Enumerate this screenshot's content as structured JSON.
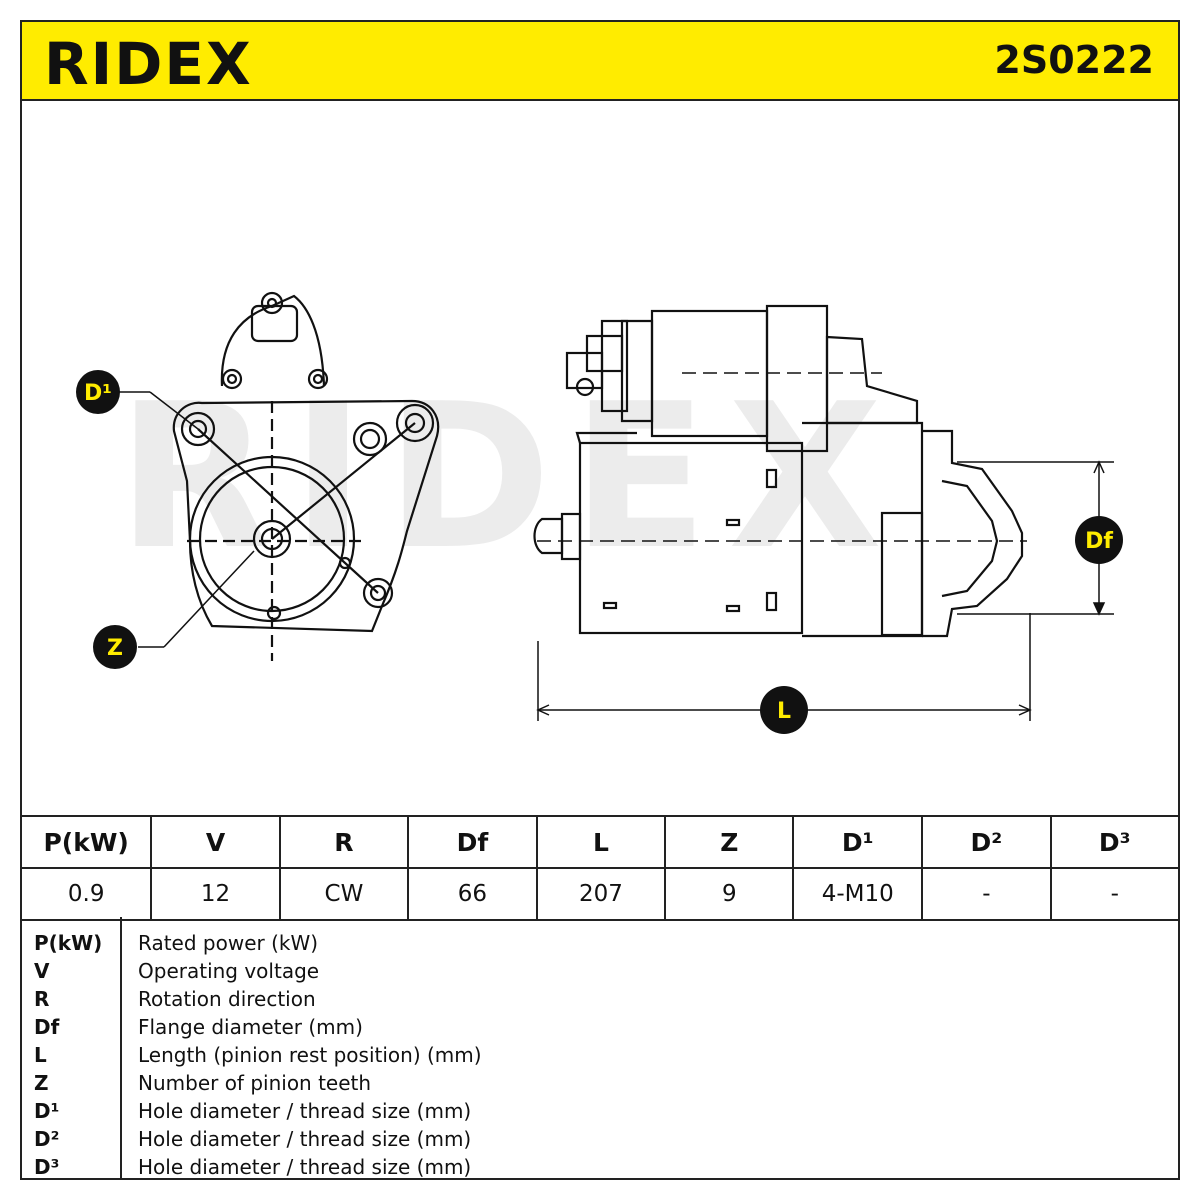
{
  "header": {
    "brand": "RIDEX",
    "part_number": "2S0222",
    "background_color": "#ffec00"
  },
  "diagram": {
    "callouts": {
      "d1": "D¹",
      "z": "Z",
      "df": "Df",
      "l": "L"
    },
    "callout_fill": "#ffec00",
    "watermark": "RIDEX"
  },
  "spec_table": {
    "headers": [
      "P(kW)",
      "V",
      "R",
      "Df",
      "L",
      "Z",
      "D¹",
      "D²",
      "D³"
    ],
    "values": [
      "0.9",
      "12",
      "CW",
      "66",
      "207",
      "9",
      "4-M10",
      "-",
      "-"
    ]
  },
  "legend": [
    {
      "key": "P(kW)",
      "desc": "Rated power (kW)"
    },
    {
      "key": "V",
      "desc": "Operating voltage"
    },
    {
      "key": "R",
      "desc": "Rotation direction"
    },
    {
      "key": "Df",
      "desc": "Flange diameter (mm)"
    },
    {
      "key": "L",
      "desc": "Length (pinion rest position) (mm)"
    },
    {
      "key": "Z",
      "desc": "Number of pinion teeth"
    },
    {
      "key": "D¹",
      "desc": "Hole diameter / thread size (mm)"
    },
    {
      "key": "D²",
      "desc": "Hole diameter / thread size (mm)"
    },
    {
      "key": "D³",
      "desc": "Hole diameter / thread size (mm)"
    }
  ]
}
